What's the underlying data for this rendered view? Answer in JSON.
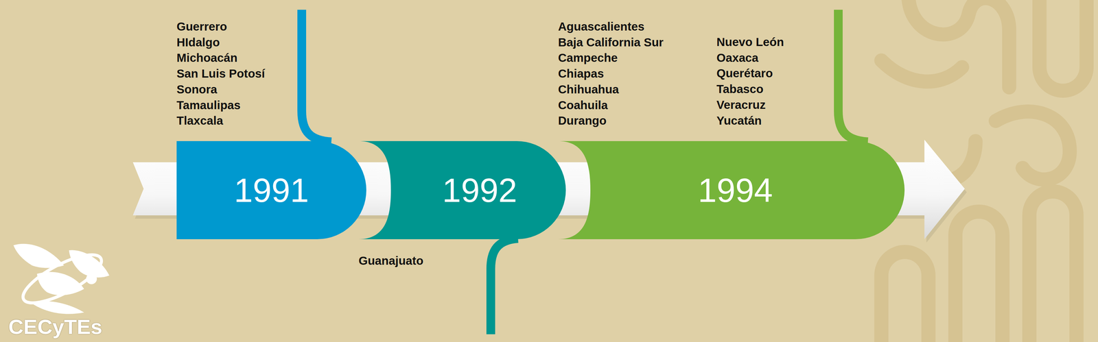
{
  "diagram": {
    "nodes": [
      {
        "text": [
          "1991"
        ]
      },
      {
        "text": [
          "1992"
        ]
      },
      {
        "text": [
          "1994"
        ]
      }
    ],
    "labels": [
      "Guerrero",
      "HIdalgo",
      "Michoacán",
      "San Luis Potosí",
      "Sonora",
      "Tamaulipas",
      "Tlaxcala",
      "Guanajuato",
      "Aguascalientes",
      "Baja California Sur",
      "Campeche",
      "Chiapas",
      "Chihuahua",
      "Coahuila",
      "Durango",
      "Nuevo León",
      "Oaxaca",
      "Querétaro",
      "Tabasco",
      "Veracruz",
      "Yucatán",
      "CECyTEs"
    ]
  }
}
